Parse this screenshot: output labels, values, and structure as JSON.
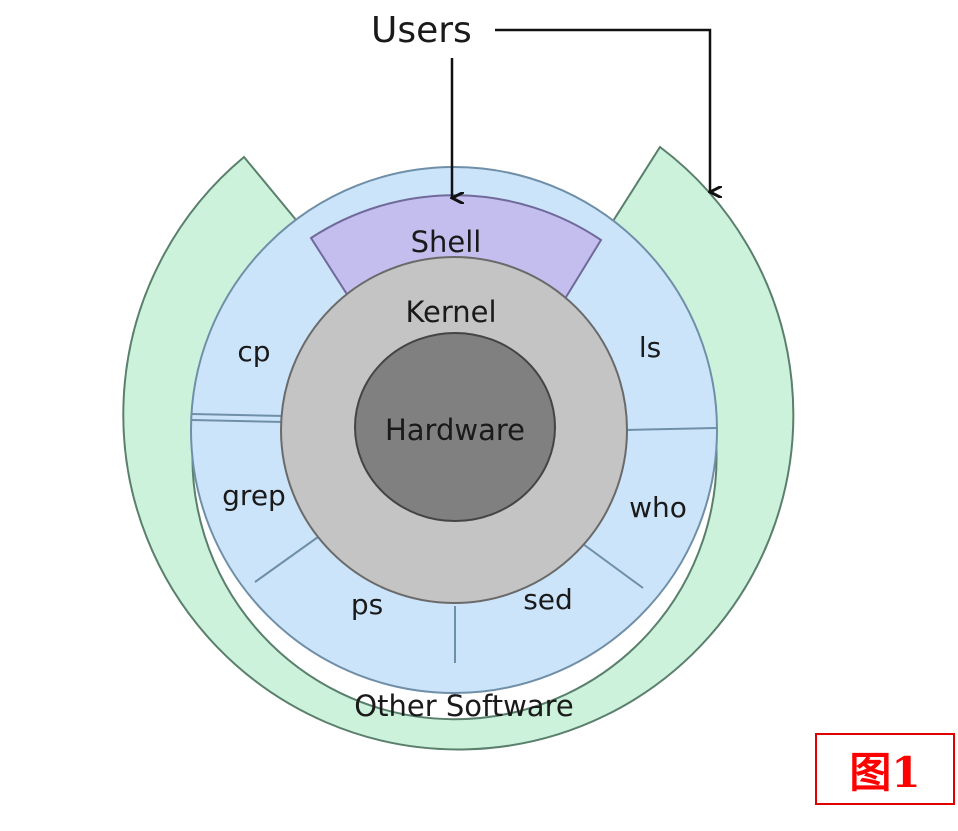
{
  "users": {
    "label": "Users"
  },
  "shell": {
    "label": "Shell"
  },
  "kernel": {
    "label": "Kernel"
  },
  "hardware": {
    "label": "Hardware"
  },
  "other_software": {
    "label": "Other Software"
  },
  "commands": {
    "cp": "cp",
    "ls": "ls",
    "grep": "grep",
    "who": "who",
    "ps": "ps",
    "sed": "sed"
  },
  "figure_tag": {
    "label": "图1"
  },
  "colors": {
    "other_software_fill": "#ccf2dc",
    "commands_fill": "#cce4fa",
    "shell_fill": "#c4beee",
    "kernel_fill": "#c4c4c4",
    "hardware_fill": "#808080",
    "outline": "#5a7f6c",
    "tag_red": "#ff0000"
  }
}
